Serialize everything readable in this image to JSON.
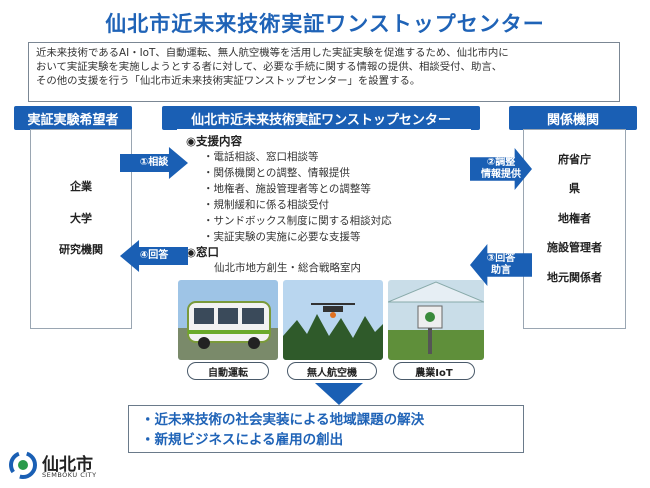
{
  "title": "仙北市近未来技術実証ワンストップセンター",
  "intro": {
    "line1": "近未来技術であるAI・IoT、自動運転、無人航空機等を活用した実証実験を促進するため、仙北市内に",
    "line2": "おいて実証実験を実施しようとする者に対して、必要な手続に関する情報の提供、相談受付、助言、",
    "line3": "その他の支援を行う「仙北市近未来技術実証ワンストップセンター」を設置する。"
  },
  "left": {
    "header": "実証実験希望者",
    "items": [
      "企業",
      "大学",
      "研究機関"
    ]
  },
  "center": {
    "header": "仙北市近未来技術実証ワンストップセンター",
    "support_head": "◉支援内容",
    "support_items": [
      "・電話相談、窓口相談等",
      "・関係機関との調整、情報提供",
      "・地権者、施設管理者等との調整等",
      "・規制緩和に係る相談受付",
      "・サンドボックス制度に関する相談対応",
      "・実証実験の実施に必要な支援等"
    ],
    "window_head": "◉窓口",
    "window_value": "仙北市地方創生・総合戦略室内",
    "photos": [
      "自動運転",
      "無人航空機",
      "農業IoT"
    ]
  },
  "right": {
    "header": "関係機関",
    "items": [
      "府省庁",
      "県",
      "地権者",
      "施設管理者",
      "地元関係者"
    ]
  },
  "arrows": {
    "a1": "①相談",
    "a2_line1": "②調整",
    "a2_line2": "情報提供",
    "a3_line1": "③回答",
    "a3_line2": "助言",
    "a4": "④回答"
  },
  "results": [
    "・近未来技術の社会実装による地域課題の解決",
    "・新規ビジネスによる雇用の創出"
  ],
  "logo": {
    "name": "仙北市",
    "sub": "SEMBOKU CITY"
  },
  "colors": {
    "accent": "#1a5fb4",
    "title": "#1f63b7"
  }
}
